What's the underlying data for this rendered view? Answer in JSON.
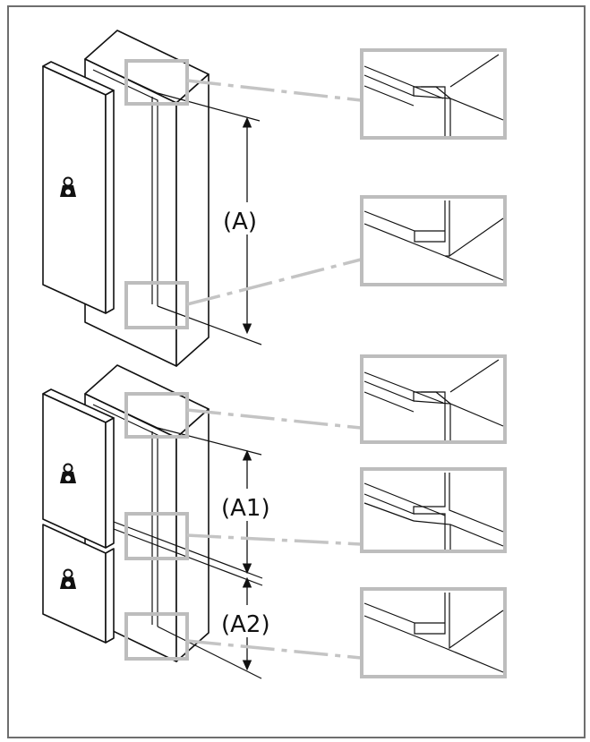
{
  "figure": {
    "dimension_labels": {
      "single_door": "(A)",
      "upper_door": "(A1)",
      "lower_door": "(A2)"
    },
    "colors": {
      "line": "#111111",
      "callout_border": "#bdbdbd",
      "leader": "#c4c4c4",
      "frame_border": "#6e6e6e"
    },
    "icons": [
      "weight-icon",
      "weight-icon",
      "weight-icon"
    ]
  }
}
